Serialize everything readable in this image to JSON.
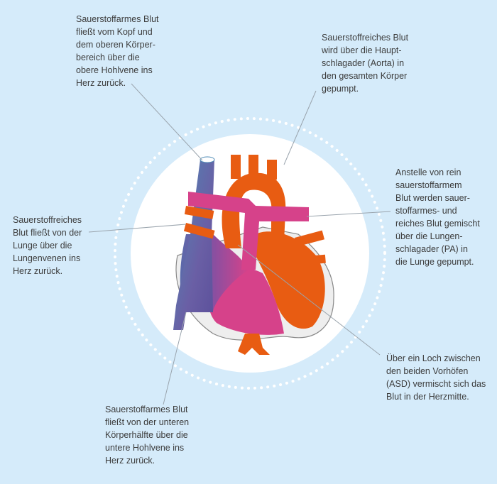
{
  "labels": {
    "svc": "Sauerstoffarmes Blut\nfließt vom Kopf und\ndem oberen Körper-\nbereich über die\nobere Hohlvene ins\nHerz zurück.",
    "aorta": "Sauerstoffreiches Blut\nwird über die Haupt-\nschlagader (Aorta) in\nden gesamten Körper\ngepumpt.",
    "pa": "Anstelle von rein\nsauerstoffarmem\nBlut werden sauer-\nstoffarmes- und\nreiches Blut gemischt\nüber die Lungen-\nschlagader (PA) in\ndie Lunge gepumpt.",
    "pv": "Sauerstoffreiches\nBlut fließt von der\nLunge über die\nLungenvenen ins\nHerz zurück.",
    "asd": "Über ein Loch zwischen\nden beiden Vorhöfen\n(ASD) vermischt sich das\nBlut in der Herzmitte.",
    "ivc": "Sauerstoffarmes Blut\nfließt von der unteren\nKörperhälfte über die\nuntere Hohlvene ins\nHerz zurück."
  },
  "colors": {
    "background": "#d5ebfa",
    "oxygen_rich": "#e85c12",
    "mixed": "#d6428a",
    "oxygen_poor": "#4d8ab5",
    "leader": "#9aa4ad"
  }
}
